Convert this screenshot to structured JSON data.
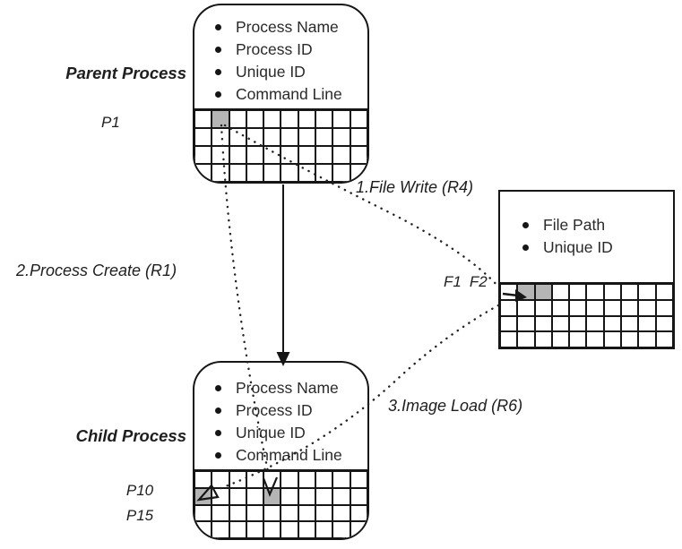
{
  "diagram": {
    "nodes": {
      "parent": {
        "title": "Parent Process",
        "attributes": [
          "Process Name",
          "Process ID",
          "Unique ID",
          "Command Line"
        ],
        "row_label": "P1",
        "grid": {
          "cols": 10,
          "rows": 4,
          "shaded": [
            [
              0,
              1
            ]
          ]
        }
      },
      "child": {
        "title": "Child Process",
        "attributes": [
          "Process Name",
          "Process ID",
          "Unique ID",
          "Command Line"
        ],
        "row_labels": [
          "P10",
          "P15"
        ],
        "grid": {
          "cols": 10,
          "rows": 4,
          "shaded": [
            [
              1,
              0
            ],
            [
              1,
              4
            ]
          ]
        }
      },
      "file": {
        "attributes": [
          "File Path",
          "Unique ID"
        ],
        "col_labels": [
          "F1",
          "F2"
        ],
        "grid": {
          "cols": 10,
          "rows": 4,
          "shaded": [
            [
              0,
              1
            ],
            [
              0,
              2
            ]
          ]
        }
      }
    },
    "edges": {
      "file_write": {
        "label": "1.File Write (R4)"
      },
      "process_create": {
        "label": "2.Process Create (R1)"
      },
      "image_load": {
        "label": "3.Image Load (R6)"
      }
    },
    "colors": {
      "shaded_cell": "#b5b5b5",
      "line": "#161616"
    }
  }
}
